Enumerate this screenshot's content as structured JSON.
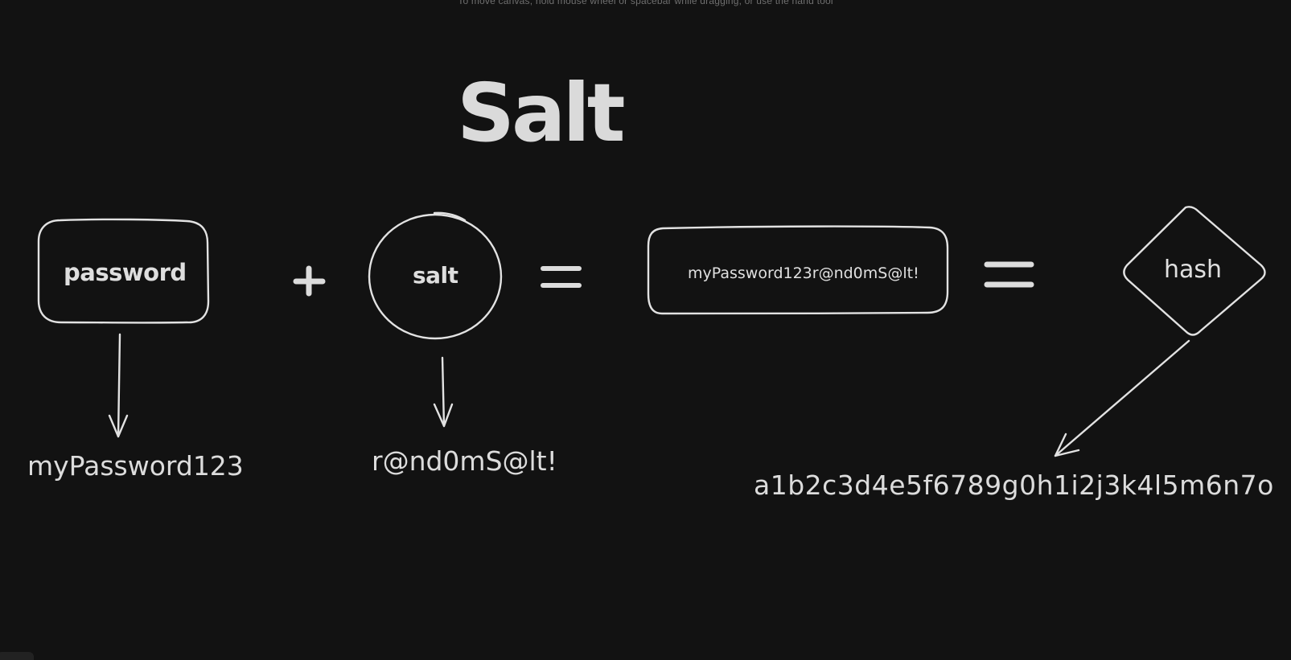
{
  "canvas": {
    "hint_text": "To move canvas, hold mouse wheel or spacebar while dragging, or use the hand tool",
    "background_color": "#121212",
    "stroke_color": "#e0e0e0"
  },
  "title": "Salt",
  "shapes": {
    "password_box": {
      "label": "password",
      "shape": "rounded-rectangle"
    },
    "salt_circle": {
      "label": "salt",
      "shape": "ellipse"
    },
    "combined_box": {
      "label": "myPassword123r@nd0mS@lt!",
      "shape": "rounded-rectangle"
    },
    "hash_diamond": {
      "label": "hash",
      "shape": "diamond"
    }
  },
  "operators": {
    "plus": "+",
    "equals_first": "=",
    "equals_second": "="
  },
  "values": {
    "password_value": "myPassword123",
    "salt_value": "r@nd0mS@lt!",
    "hash_value": "a1b2c3d4e5f6789g0h1i2j3k4l5m6n7o"
  }
}
